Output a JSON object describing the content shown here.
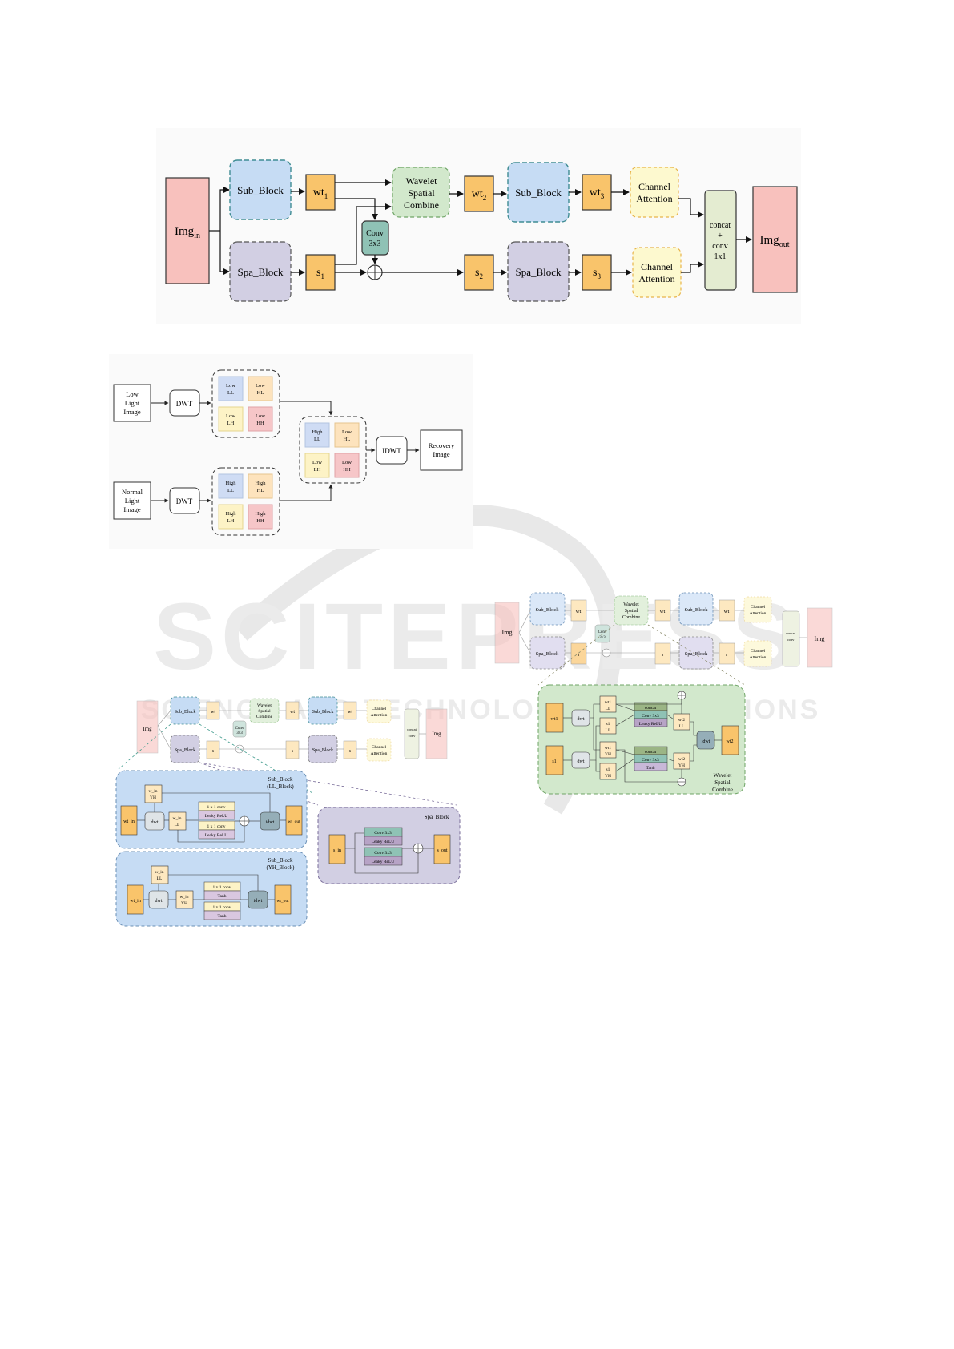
{
  "fig1": {
    "img_in": "Img",
    "img_in_sub": "in",
    "img_out": "Img",
    "img_out_sub": "out",
    "sub_block": "Sub_Block",
    "spa_block": "Spa_Block",
    "wt": "wt",
    "s": "s",
    "sub1": "1",
    "sub2": "2",
    "sub3": "3",
    "wsc_1": "Wavelet",
    "wsc_2": "Spatial",
    "wsc_3": "Combine",
    "conv_1": "Conv",
    "conv_2": "3x3",
    "ca_1": "Channel",
    "ca_2": "Attention",
    "cc_1": "concat",
    "cc_2": "+",
    "cc_3": "conv",
    "cc_4": "1x1"
  },
  "fig2": {
    "low_1": "Low",
    "low_2": "Light",
    "low_3": "Image",
    "normal_1": "Normal",
    "normal_2": "Light",
    "normal_3": "Image",
    "dwt": "DWT",
    "idwt": "IDWT",
    "rec_1": "Recovery",
    "rec_2": "Image",
    "low_ll_1": "Low",
    "low_ll_2": "LL",
    "low_hl_1": "Low",
    "low_hl_2": "HL",
    "low_lh_1": "Low",
    "low_lh_2": "LH",
    "low_hh_1": "Low",
    "low_hh_2": "HH",
    "high_ll_1": "High",
    "high_ll_2": "LL",
    "high_hl_1": "High",
    "high_hl_2": "HL",
    "high_lh_1": "High",
    "high_lh_2": "LH",
    "high_hh_1": "High",
    "high_hh_2": "HH",
    "mix_ll_1": "High",
    "mix_ll_2": "LL",
    "mix_hl_1": "Low",
    "mix_hl_2": "HL",
    "mix_lh_1": "Low",
    "mix_lh_2": "LH",
    "mix_hh_1": "Low",
    "mix_hh_2": "HH"
  },
  "fig3": {
    "ll_block_t1": "Sub_Block",
    "ll_block_t2": "(LL_Block)",
    "yh_block_t1": "Sub_Block",
    "yh_block_t2": "(YH_Block)",
    "spa_title": "Spa_Block",
    "w_in_yh_1": "w_in",
    "w_in_yh_2": "YH",
    "w_in_ll_1": "w_in",
    "w_in_ll_2": "LL",
    "wt_in": "wt_in",
    "wt_out": "wt_out",
    "dwt": "dwt",
    "idwt": "idwt",
    "conv1x1": "1 x 1 conv",
    "lrelu": "Leaky ReLU",
    "tanh": "Tanh",
    "conv3x3": "Conv 3x3",
    "lrelu2": "Leaky ReLU",
    "s_in": "s_in",
    "s_out": "s_out"
  },
  "fig4": {
    "wt1": "wt1",
    "s1": "s1",
    "dwt": "dwt",
    "idwt": "idwt",
    "wt1_ll_1": "wt1",
    "wt1_ll_2": "LL",
    "s1_ll_1": "s1",
    "s1_ll_2": "LL",
    "wt1_yh_1": "wt1",
    "wt1_yh_2": "YH",
    "s1_yh_1": "s1",
    "s1_yh_2": "YH",
    "wt2_ll_1": "wt2",
    "wt2_ll_2": "LL",
    "wt2_yh_1": "wt2",
    "wt2_yh_2": "YH",
    "wt2": "wt2",
    "concat": "concat",
    "conv3x3": "Conv 3x3",
    "lrelu": "Leaky ReLU",
    "tanh": "Tanh",
    "title_1": "Wavelet",
    "title_2": "Spatial",
    "title_3": "Combine"
  },
  "watermark": {
    "big": "SCITEPRESS",
    "small": "SCIENCE AND TECHNOLOGY PUBLICATIONS"
  }
}
